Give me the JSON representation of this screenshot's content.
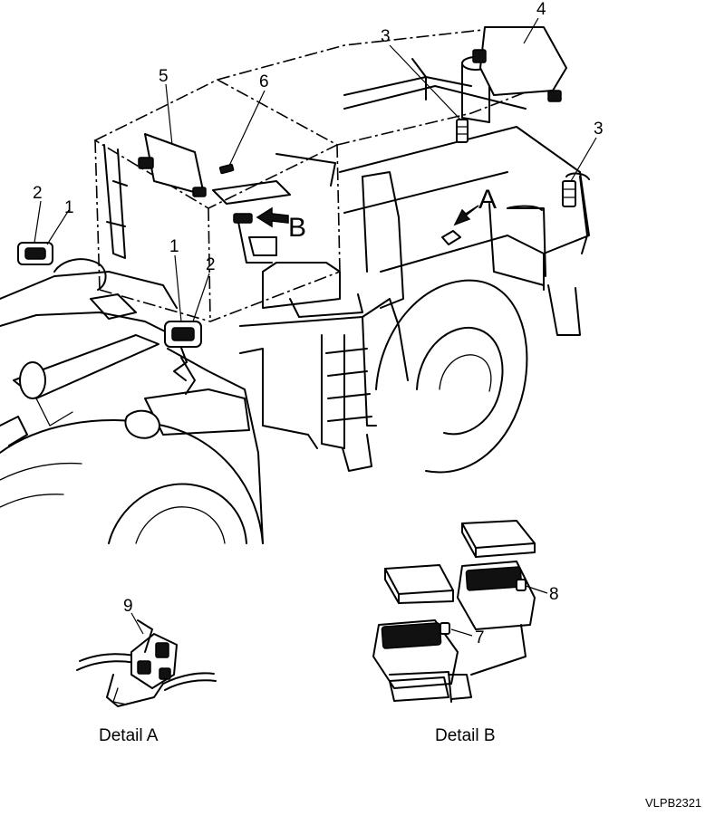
{
  "callouts": {
    "c1a": "1",
    "c1b": "1",
    "c2a": "2",
    "c2b": "2",
    "c3a": "3",
    "c3b": "3",
    "c4": "4",
    "c5": "5",
    "c6": "6",
    "c7": "7",
    "c8": "8",
    "c9": "9"
  },
  "view_markers": {
    "a": "A",
    "b": "B"
  },
  "captions": {
    "detail_a": "Detail A",
    "detail_b": "Detail B"
  },
  "figure_code": "VLPB2321",
  "icons": [
    "arrow-a-icon",
    "arrow-b-icon"
  ]
}
